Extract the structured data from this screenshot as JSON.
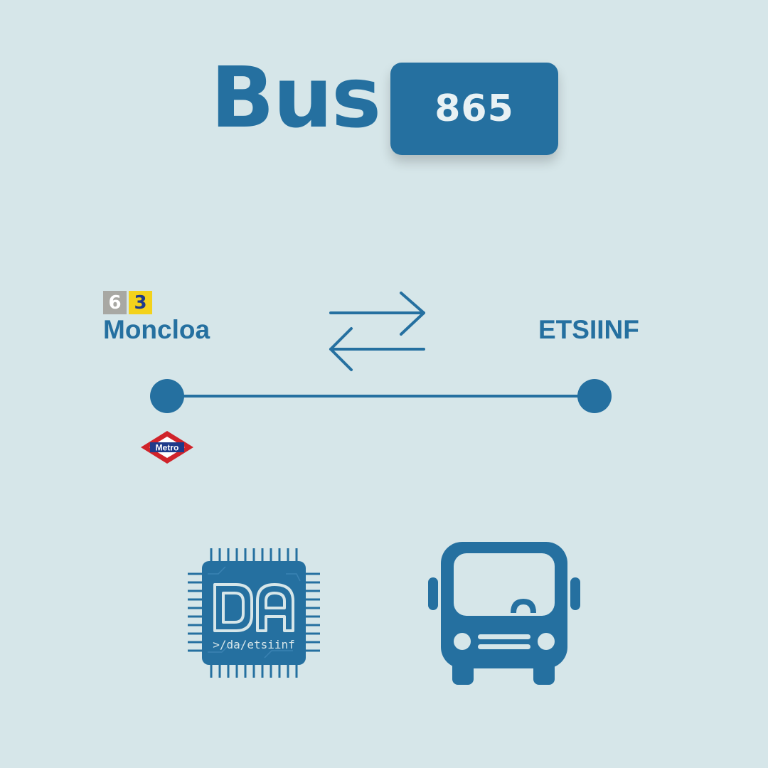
{
  "header": {
    "title": "Bus",
    "route_number": "865"
  },
  "route": {
    "origin": {
      "name": "Moncloa",
      "metro_lines": [
        "6",
        "3"
      ],
      "metro_logo_text": "Metro"
    },
    "destination": {
      "name": "ETSIINF"
    },
    "direction_icon": "bidirectional-arrows-icon"
  },
  "footer": {
    "logo_text": ">/da/etsiinf",
    "logo_letters": "DA",
    "bus_icon": "bus-front-icon"
  },
  "colors": {
    "background": "#d6e6e9",
    "primary": "#2570a0",
    "line6": "#a8a8a3",
    "line3": "#f3d21c",
    "metro_red": "#d0232a",
    "metro_blue": "#1f3a8a"
  }
}
